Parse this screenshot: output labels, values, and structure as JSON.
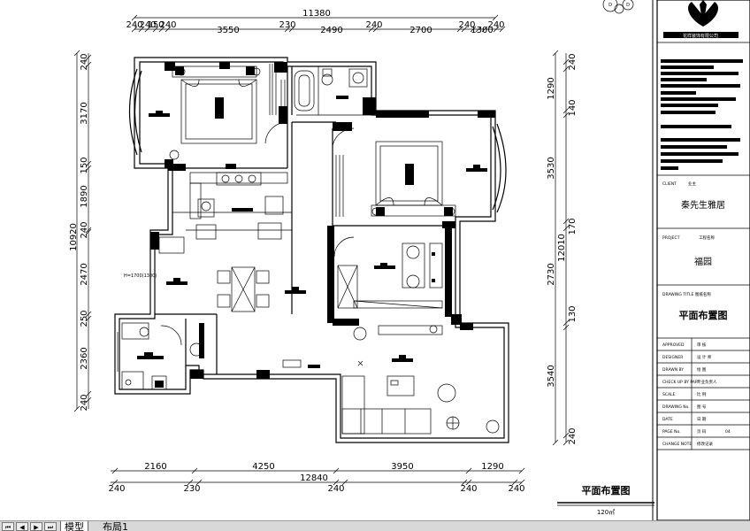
{
  "dimensions": {
    "top_total": "11380",
    "top_segments": [
      "240",
      "240",
      "150",
      "240",
      "3550",
      "230",
      "2490",
      "240",
      "2700",
      "240",
      "1300",
      "240"
    ],
    "bottom_total": "12840",
    "bottom_segments": [
      "2160",
      "4250",
      "3950",
      "1290"
    ],
    "bottom_small": [
      "240",
      "230",
      "240",
      "240",
      "240"
    ],
    "left_total": "10920",
    "left_segments": [
      "240",
      "3170",
      "150",
      "1890",
      "240",
      "2470",
      "250",
      "2360",
      "240"
    ],
    "right_total": "12010",
    "right_segments": [
      "240",
      "1290",
      "140",
      "3530",
      "170",
      "2730",
      "130",
      "3540",
      "240"
    ],
    "kitchen_note": "H=1700(1300)"
  },
  "title_block": {
    "company": "花样装饰有限公司",
    "client_label": "CLIENT",
    "client_cn": "业主",
    "client_name": "秦先生雅居",
    "project_label": "PROJECT",
    "project_cn": "工程名称",
    "project_name": "福园",
    "drawing_title_label": "DRAWING TITLE 图纸名称",
    "drawing_title": "平面布置图",
    "rows": [
      {
        "en": "APPROVED",
        "cn": "审 核",
        "val": ""
      },
      {
        "en": "DESIGNER",
        "cn": "设 计 师",
        "val": ""
      },
      {
        "en": "DRAWN BY",
        "cn": "绘 图",
        "val": ""
      },
      {
        "en": "CHECK UP BY PAR",
        "cn": "专业负责人",
        "val": ""
      },
      {
        "en": "SCALE",
        "cn": "比 例",
        "val": ""
      },
      {
        "en": "DRAWING No.",
        "cn": "图 号",
        "val": ""
      },
      {
        "en": "DATE",
        "cn": "日 期",
        "val": ""
      },
      {
        "en": "PAGE No.",
        "cn": "页 码",
        "val": "04"
      },
      {
        "en": "CHANGE NOTE",
        "cn": "修改记录",
        "val": ""
      }
    ]
  },
  "plan_caption": {
    "title": "平面布置图",
    "area": "120㎡"
  },
  "layout_tabs": {
    "nav": [
      "⏮",
      "◀",
      "▶",
      "⏭"
    ],
    "tabs": [
      "模型",
      "布局1"
    ]
  }
}
